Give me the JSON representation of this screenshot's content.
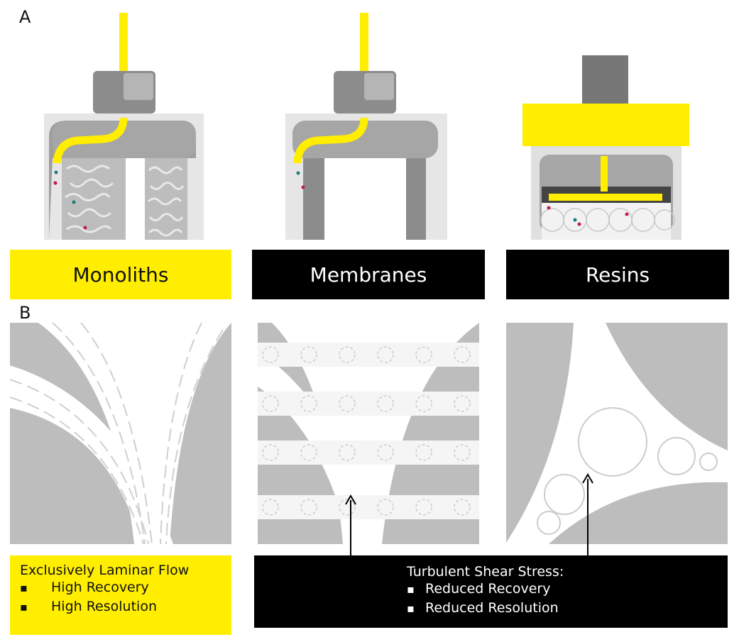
{
  "panels": {
    "a": "A",
    "b": "B"
  },
  "colors": {
    "yellow": "#FFEE00",
    "gray": "#BDBDBD",
    "dark_gray": "#8C8C8C",
    "black": "#000000",
    "teal": "#1B7C7C",
    "magenta": "#C2185B"
  },
  "columns": [
    {
      "label": "Monoliths",
      "style": "yellow"
    },
    {
      "label": "Membranes",
      "style": "black"
    },
    {
      "label": "Resins",
      "style": "black"
    }
  ],
  "monolith_note": {
    "title": "Exclusively Laminar Flow",
    "bullets": [
      "High Recovery",
      "High Resolution"
    ]
  },
  "turbulent_note": {
    "title": "Turbulent Shear Stress:",
    "bullets": [
      "Reduced Recovery",
      "Reduced Resolution"
    ]
  }
}
